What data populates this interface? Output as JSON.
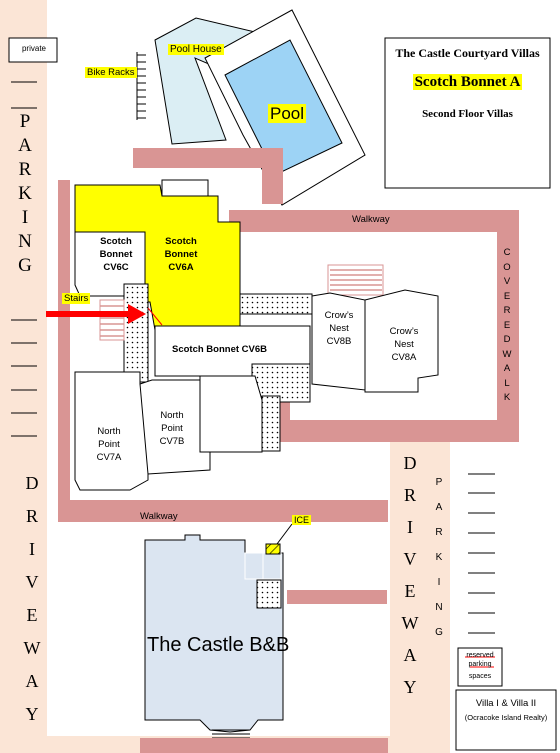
{
  "title_box": {
    "line1": "The Castle Courtyard Villas",
    "line2": "Scotch Bonnet A",
    "line3": "Second Floor Villas"
  },
  "labels": {
    "private": "private",
    "bike_racks": "Bike Racks",
    "pool_house": "Pool House",
    "pool": "Pool",
    "walkway_top": "Walkway",
    "walkway_bottom": "Walkway",
    "stairs": "Stairs",
    "ice": "ICE",
    "castle": "The Castle B&B",
    "cv6c": [
      "Scotch",
      "Bonnet",
      "CV6C"
    ],
    "cv6a": [
      "Scotch",
      "Bonnet",
      "CV6A"
    ],
    "cv6b": "Scotch Bonnet CV6B",
    "cv8b": [
      "Crow’s",
      "Nest",
      "CV8B"
    ],
    "cv8a": [
      "Crow’s",
      "Nest",
      "CV8A"
    ],
    "cv7a": [
      "North",
      "Point",
      "CV7A"
    ],
    "cv7b": [
      "North",
      "Point",
      "CV7B"
    ],
    "reserved_parking": "reserved parking",
    "spaces": "spaces",
    "villa_line1": "Villa I & Villa II",
    "villa_line2": "(Ocracoke Island Realty)"
  },
  "vertical": {
    "parking_left": "PARKING",
    "driveway_left": "DRIVEWAY",
    "driveway_right": "DRIVEWAY",
    "parking_right": "PARKING",
    "covered_walk": "COVEREDWALK"
  },
  "colors": {
    "walkway": "#d99594",
    "driveway": "#fbe5d6",
    "highlight": "#ffff00",
    "pool": "#9dd3f5",
    "poolhouse": "#dbeef4",
    "castle": "#dbe5f1",
    "arrow": "#ff0000"
  }
}
